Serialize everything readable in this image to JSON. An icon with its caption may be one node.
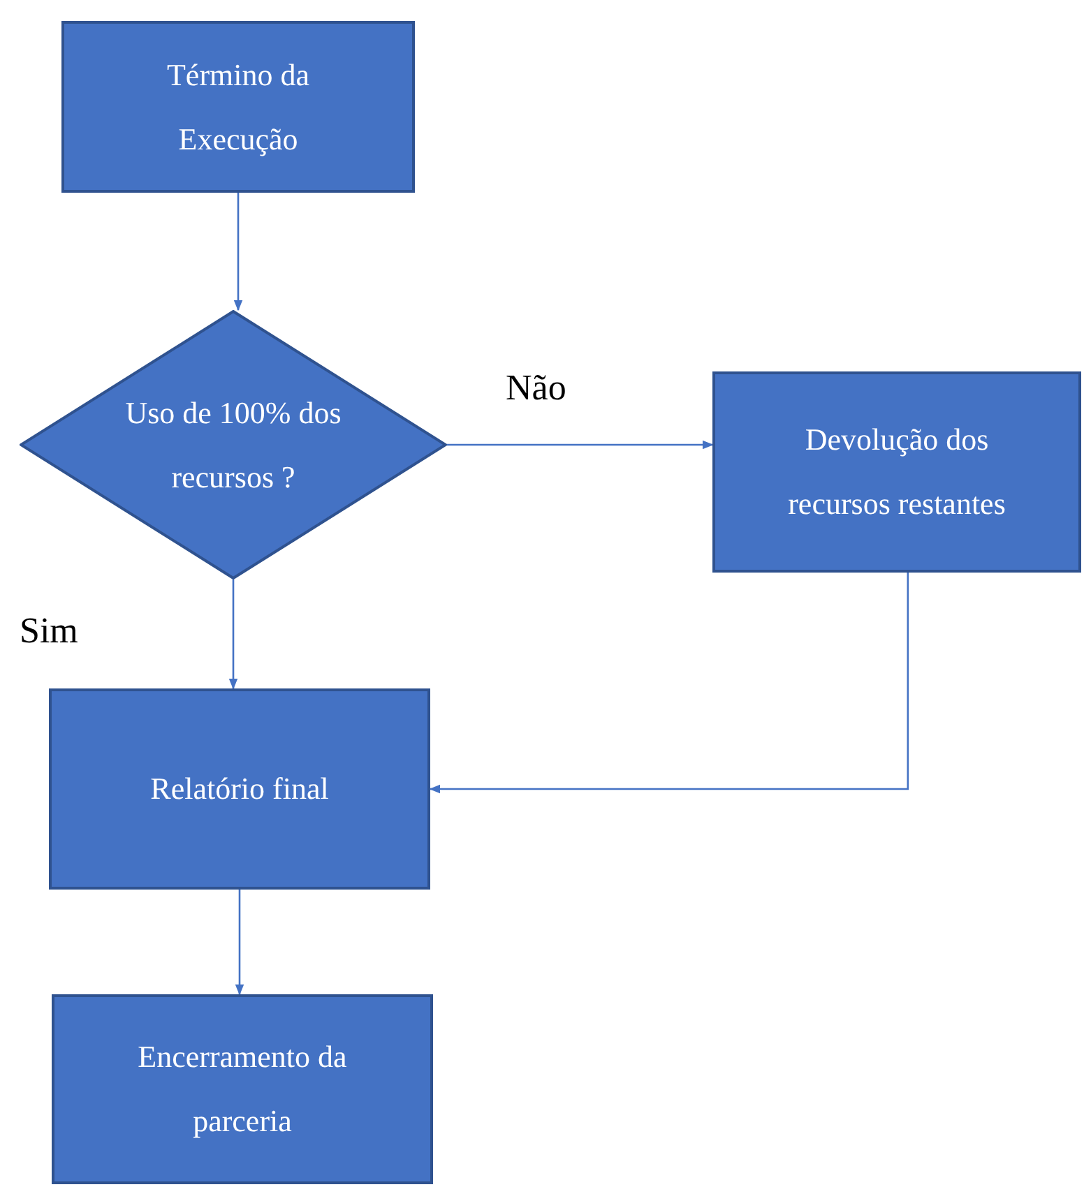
{
  "diagram": {
    "nodes": [
      {
        "text": [
          "Término da Execução"
        ]
      },
      {
        "text": [
          "Uso de 100% dos recursos ?"
        ]
      },
      {
        "text": [
          "Devolução dos recursos restantes"
        ]
      },
      {
        "text": [
          "Relatório final"
        ]
      },
      {
        "text": [
          "Encerramento da parceria"
        ]
      }
    ],
    "edges": [
      {
        "from": 0,
        "to": 1,
        "arrow": "to"
      },
      {
        "from": 1,
        "to": 2,
        "arrow": "to",
        "label": "Não"
      },
      {
        "from": 1,
        "to": 3,
        "arrow": "to",
        "label": "Sim"
      },
      {
        "from": 2,
        "to": 3,
        "arrow": "to"
      },
      {
        "from": 3,
        "to": 4,
        "arrow": "to"
      }
    ]
  }
}
